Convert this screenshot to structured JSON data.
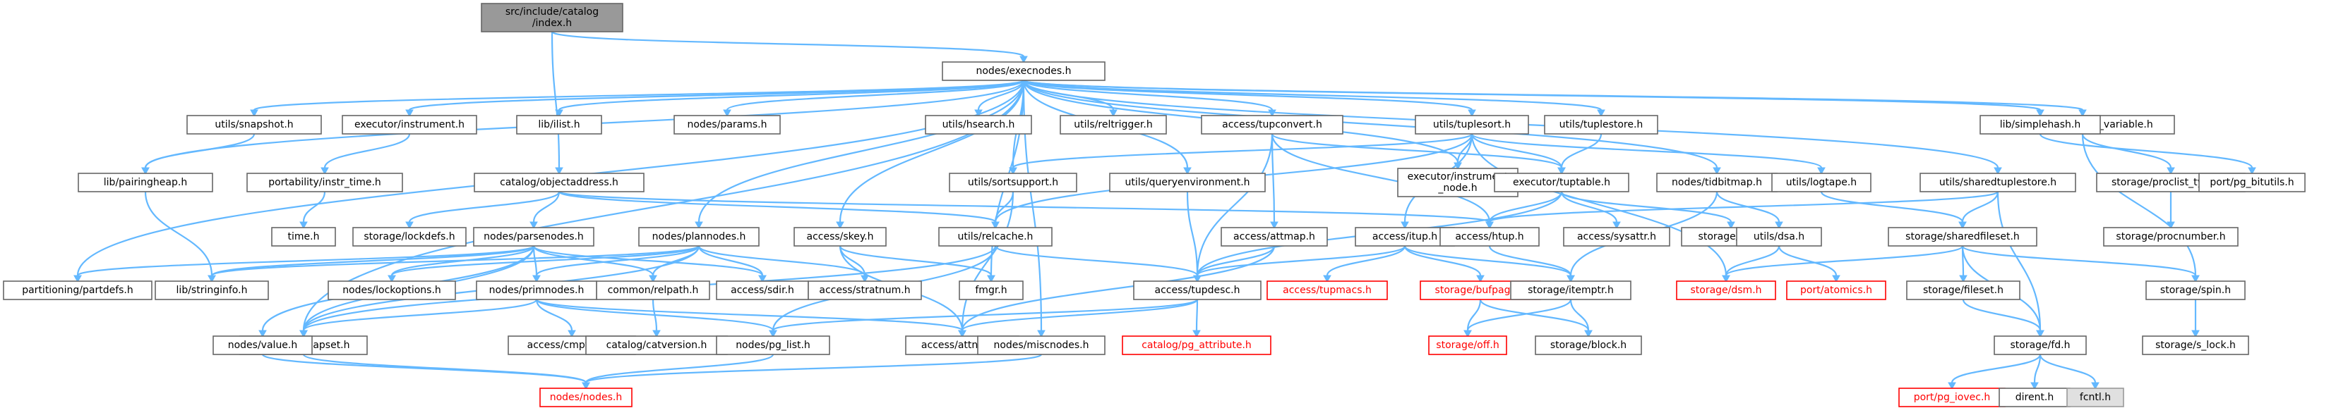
{
  "title": "Include dependency graph",
  "colors": {
    "edge": "#63b8ff",
    "node_border": "#666666",
    "root_fill": "#999999",
    "missing_border": "#ff0000",
    "external_fill": "#e0e0e0"
  },
  "nodes": [
    {
      "id": "root",
      "label": "src/include/catalog\n/index.h",
      "kind": "root"
    },
    {
      "id": "execnodes",
      "label": "nodes/execnodes.h"
    },
    {
      "id": "snapshot",
      "label": "utils/snapshot.h"
    },
    {
      "id": "instrument",
      "label": "executor/instrument.h"
    },
    {
      "id": "ilist",
      "label": "lib/ilist.h"
    },
    {
      "id": "params",
      "label": "nodes/params.h"
    },
    {
      "id": "hsearch",
      "label": "utils/hsearch.h"
    },
    {
      "id": "reltrigger",
      "label": "utils/reltrigger.h"
    },
    {
      "id": "tupconvert",
      "label": "access/tupconvert.h"
    },
    {
      "id": "tuplesort",
      "label": "utils/tuplesort.h"
    },
    {
      "id": "tuplestore",
      "label": "utils/tuplestore.h"
    },
    {
      "id": "condvar",
      "label": "storage/condition_variable.h"
    },
    {
      "id": "simplehash",
      "label": "lib/simplehash.h"
    },
    {
      "id": "pairingheap",
      "label": "lib/pairingheap.h"
    },
    {
      "id": "instr_time",
      "label": "portability/instr_time.h"
    },
    {
      "id": "objectaddress",
      "label": "catalog/objectaddress.h"
    },
    {
      "id": "sortsupport",
      "label": "utils/sortsupport.h"
    },
    {
      "id": "queryenv",
      "label": "utils/queryenvironment.h"
    },
    {
      "id": "instrument_node",
      "label": "executor/instrument\n_node.h"
    },
    {
      "id": "tuptable",
      "label": "executor/tuptable.h"
    },
    {
      "id": "tidbitmap",
      "label": "nodes/tidbitmap.h"
    },
    {
      "id": "logtape",
      "label": "utils/logtape.h"
    },
    {
      "id": "sharedtuplestore",
      "label": "utils/sharedtuplestore.h"
    },
    {
      "id": "proclist_types",
      "label": "storage/proclist_types.h"
    },
    {
      "id": "pg_bitutils",
      "label": "port/pg_bitutils.h"
    },
    {
      "id": "time",
      "label": "time.h"
    },
    {
      "id": "lockdefs",
      "label": "storage/lockdefs.h"
    },
    {
      "id": "parsenodes",
      "label": "nodes/parsenodes.h"
    },
    {
      "id": "plannodes",
      "label": "nodes/plannodes.h"
    },
    {
      "id": "skey",
      "label": "access/skey.h"
    },
    {
      "id": "relcache",
      "label": "utils/relcache.h"
    },
    {
      "id": "attmap",
      "label": "access/attmap.h"
    },
    {
      "id": "itup",
      "label": "access/itup.h"
    },
    {
      "id": "htup",
      "label": "access/htup.h"
    },
    {
      "id": "sysattr",
      "label": "access/sysattr.h"
    },
    {
      "id": "buf",
      "label": "storage/buf.h"
    },
    {
      "id": "dsa",
      "label": "utils/dsa.h"
    },
    {
      "id": "sharedfileset",
      "label": "storage/sharedfileset.h"
    },
    {
      "id": "procnumber",
      "label": "storage/procnumber.h"
    },
    {
      "id": "partdefs",
      "label": "partitioning/partdefs.h"
    },
    {
      "id": "stringinfo",
      "label": "lib/stringinfo.h"
    },
    {
      "id": "lockoptions",
      "label": "nodes/lockoptions.h"
    },
    {
      "id": "relpath",
      "label": "common/relpath.h"
    },
    {
      "id": "sdir",
      "label": "access/sdir.h"
    },
    {
      "id": "stratnum",
      "label": "access/stratnum.h"
    },
    {
      "id": "fmgr",
      "label": "fmgr.h"
    },
    {
      "id": "tupdesc",
      "label": "access/tupdesc.h"
    },
    {
      "id": "tupmacs",
      "label": "access/tupmacs.h",
      "kind": "missing"
    },
    {
      "id": "bufpage",
      "label": "storage/bufpage.h",
      "kind": "missing"
    },
    {
      "id": "itemptr",
      "label": "storage/itemptr.h"
    },
    {
      "id": "dsm",
      "label": "storage/dsm.h",
      "kind": "missing"
    },
    {
      "id": "atomics",
      "label": "port/atomics.h",
      "kind": "missing"
    },
    {
      "id": "fileset",
      "label": "storage/fileset.h"
    },
    {
      "id": "spin",
      "label": "storage/spin.h"
    },
    {
      "id": "primnodes",
      "label": "nodes/primnodes.h"
    },
    {
      "id": "bitmapset",
      "label": "nodes/bitmapset.h"
    },
    {
      "id": "value",
      "label": "nodes/value.h"
    },
    {
      "id": "cmptype",
      "label": "access/cmptype.h"
    },
    {
      "id": "catversion",
      "label": "catalog/catversion.h"
    },
    {
      "id": "pg_list",
      "label": "nodes/pg_list.h"
    },
    {
      "id": "attnum",
      "label": "access/attnum.h"
    },
    {
      "id": "miscnodes",
      "label": "nodes/miscnodes.h"
    },
    {
      "id": "pg_attribute",
      "label": "catalog/pg_attribute.h",
      "kind": "missing"
    },
    {
      "id": "off",
      "label": "storage/off.h",
      "kind": "missing"
    },
    {
      "id": "block",
      "label": "storage/block.h"
    },
    {
      "id": "fd",
      "label": "storage/fd.h"
    },
    {
      "id": "s_lock",
      "label": "storage/s_lock.h"
    },
    {
      "id": "nodes",
      "label": "nodes/nodes.h",
      "kind": "missing"
    },
    {
      "id": "pg_iovec",
      "label": "port/pg_iovec.h",
      "kind": "missing"
    },
    {
      "id": "dirent",
      "label": "dirent.h"
    },
    {
      "id": "fcntl",
      "label": "fcntl.h",
      "kind": "external"
    }
  ],
  "edges": [
    [
      "root",
      "execnodes"
    ],
    [
      "root",
      "objectaddress"
    ],
    [
      "execnodes",
      "snapshot"
    ],
    [
      "execnodes",
      "instrument"
    ],
    [
      "execnodes",
      "ilist"
    ],
    [
      "execnodes",
      "params"
    ],
    [
      "execnodes",
      "hsearch"
    ],
    [
      "execnodes",
      "reltrigger"
    ],
    [
      "execnodes",
      "tupconvert"
    ],
    [
      "execnodes",
      "tuplesort"
    ],
    [
      "execnodes",
      "tuplestore"
    ],
    [
      "execnodes",
      "condvar"
    ],
    [
      "execnodes",
      "simplehash"
    ],
    [
      "execnodes",
      "pairingheap"
    ],
    [
      "execnodes",
      "sortsupport"
    ],
    [
      "execnodes",
      "queryenv"
    ],
    [
      "execnodes",
      "instrument_node"
    ],
    [
      "execnodes",
      "tidbitmap"
    ],
    [
      "execnodes",
      "sharedtuplestore"
    ],
    [
      "execnodes",
      "plannodes"
    ],
    [
      "execnodes",
      "skey"
    ],
    [
      "execnodes",
      "fmgr"
    ],
    [
      "execnodes",
      "miscnodes"
    ],
    [
      "execnodes",
      "partdefs"
    ],
    [
      "execnodes",
      "bitmapset"
    ],
    [
      "snapshot",
      "pairingheap"
    ],
    [
      "instrument",
      "instr_time"
    ],
    [
      "instr_time",
      "time"
    ],
    [
      "pairingheap",
      "stringinfo"
    ],
    [
      "objectaddress",
      "lockdefs"
    ],
    [
      "objectaddress",
      "parsenodes"
    ],
    [
      "objectaddress",
      "relcache"
    ],
    [
      "objectaddress",
      "htup"
    ],
    [
      "tupconvert",
      "attmap"
    ],
    [
      "tupconvert",
      "htup"
    ],
    [
      "tupconvert",
      "tupdesc"
    ],
    [
      "tupconvert",
      "tuptable"
    ],
    [
      "tuplesort",
      "sortsupport"
    ],
    [
      "tuplesort",
      "instrument_node"
    ],
    [
      "tuplesort",
      "tuptable"
    ],
    [
      "tuplesort",
      "logtape"
    ],
    [
      "tuplesort",
      "relcache"
    ],
    [
      "tuplesort",
      "itup"
    ],
    [
      "tuplesort",
      "dsm"
    ],
    [
      "tuplestore",
      "tuptable"
    ],
    [
      "condvar",
      "proclist_types"
    ],
    [
      "condvar",
      "spin"
    ],
    [
      "simplehash",
      "pg_bitutils"
    ],
    [
      "proclist_types",
      "procnumber"
    ],
    [
      "sortsupport",
      "relcache"
    ],
    [
      "sortsupport",
      "attnum"
    ],
    [
      "queryenv",
      "tupdesc"
    ],
    [
      "tuptable",
      "htup"
    ],
    [
      "tuptable",
      "sysattr"
    ],
    [
      "tuptable",
      "buf"
    ],
    [
      "tuptable",
      "tupdesc"
    ],
    [
      "tidbitmap",
      "dsa"
    ],
    [
      "tidbitmap",
      "itemptr"
    ],
    [
      "logtape",
      "sharedfileset"
    ],
    [
      "sharedtuplestore",
      "sharedfileset"
    ],
    [
      "sharedtuplestore",
      "htup"
    ],
    [
      "sharedtuplestore",
      "fd"
    ],
    [
      "dsa",
      "dsm"
    ],
    [
      "dsa",
      "atomics"
    ],
    [
      "sharedfileset",
      "dsm"
    ],
    [
      "sharedfileset",
      "fileset"
    ],
    [
      "sharedfileset",
      "spin"
    ],
    [
      "sharedfileset",
      "fd"
    ],
    [
      "fileset",
      "fd"
    ],
    [
      "spin",
      "s_lock"
    ],
    [
      "parsenodes",
      "partdefs"
    ],
    [
      "parsenodes",
      "lockoptions"
    ],
    [
      "parsenodes",
      "relpath"
    ],
    [
      "parsenodes",
      "primnodes"
    ],
    [
      "parsenodes",
      "value"
    ],
    [
      "parsenodes",
      "bitmapset"
    ],
    [
      "parsenodes",
      "stringinfo"
    ],
    [
      "parsenodes",
      "sdir"
    ],
    [
      "plannodes",
      "lockoptions"
    ],
    [
      "plannodes",
      "relpath"
    ],
    [
      "plannodes",
      "sdir"
    ],
    [
      "plannodes",
      "stratnum"
    ],
    [
      "plannodes",
      "primnodes"
    ],
    [
      "plannodes",
      "bitmapset"
    ],
    [
      "plannodes",
      "stringinfo"
    ],
    [
      "skey",
      "stratnum"
    ],
    [
      "skey",
      "fmgr"
    ],
    [
      "skey",
      "attnum"
    ],
    [
      "relcache",
      "tupdesc"
    ],
    [
      "relcache",
      "bitmapset"
    ],
    [
      "relcache",
      "pg_list"
    ],
    [
      "attmap",
      "tupdesc"
    ],
    [
      "attmap",
      "attnum"
    ],
    [
      "itup",
      "tupdesc"
    ],
    [
      "itup",
      "tupmacs"
    ],
    [
      "itup",
      "bufpage"
    ],
    [
      "itup",
      "itemptr"
    ],
    [
      "htup",
      "itemptr"
    ],
    [
      "bufpage",
      "off"
    ],
    [
      "bufpage",
      "block"
    ],
    [
      "itemptr",
      "block"
    ],
    [
      "itemptr",
      "off"
    ],
    [
      "relpath",
      "catversion"
    ],
    [
      "tupdesc",
      "pg_list"
    ],
    [
      "tupdesc",
      "attnum"
    ],
    [
      "tupdesc",
      "pg_attribute"
    ],
    [
      "primnodes",
      "bitmapset"
    ],
    [
      "primnodes",
      "cmptype"
    ],
    [
      "primnodes",
      "pg_list"
    ],
    [
      "primnodes",
      "attnum"
    ],
    [
      "value",
      "nodes"
    ],
    [
      "bitmapset",
      "nodes"
    ],
    [
      "pg_list",
      "nodes"
    ],
    [
      "miscnodes",
      "nodes"
    ],
    [
      "fd",
      "pg_iovec"
    ],
    [
      "fd",
      "dirent"
    ],
    [
      "fd",
      "fcntl"
    ]
  ]
}
